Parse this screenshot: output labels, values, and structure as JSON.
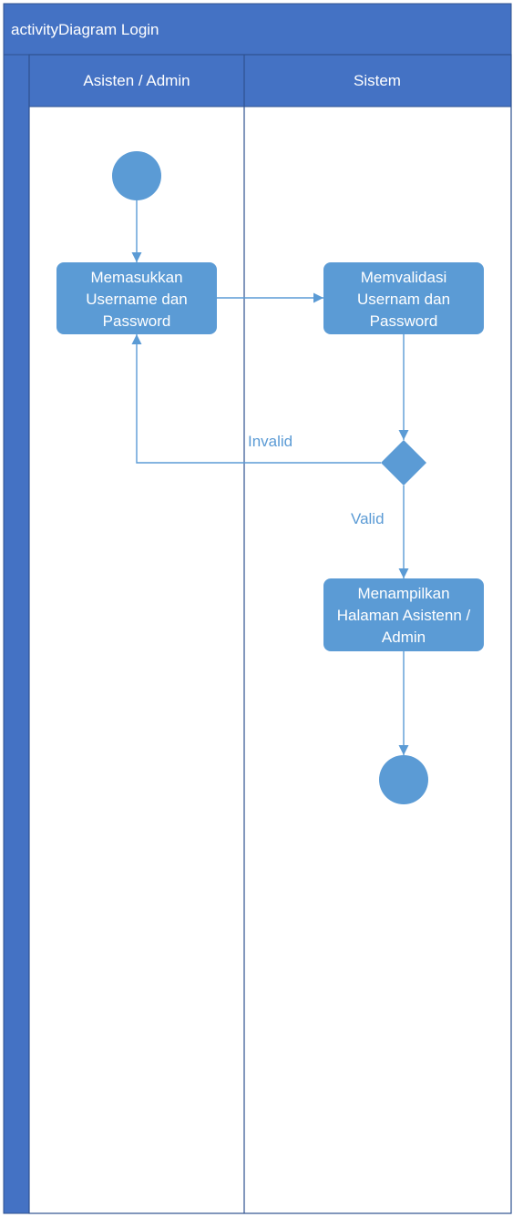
{
  "diagram": {
    "title": "activityDiagram Login",
    "lanes": [
      {
        "label": "Asisten / Admin"
      },
      {
        "label": "Sistem"
      }
    ],
    "nodes": {
      "start": {
        "type": "initial"
      },
      "input": {
        "type": "action",
        "lines": [
          "Memasukkan",
          "Username dan",
          "Password"
        ]
      },
      "validate": {
        "type": "action",
        "lines": [
          "Memvalidasi",
          "Usernam dan",
          "Password"
        ]
      },
      "decision": {
        "type": "decision"
      },
      "show": {
        "type": "action",
        "lines": [
          "Menampilkan",
          "Halaman Asistenn /",
          "Admin"
        ]
      },
      "end": {
        "type": "final"
      }
    },
    "edges": {
      "invalid_label": "Invalid",
      "valid_label": "Valid"
    },
    "colors": {
      "frame": "#4472C4",
      "node_fill": "#5B9BD5",
      "connector": "#5B9BD5",
      "lane_border": "#2F528F"
    }
  }
}
